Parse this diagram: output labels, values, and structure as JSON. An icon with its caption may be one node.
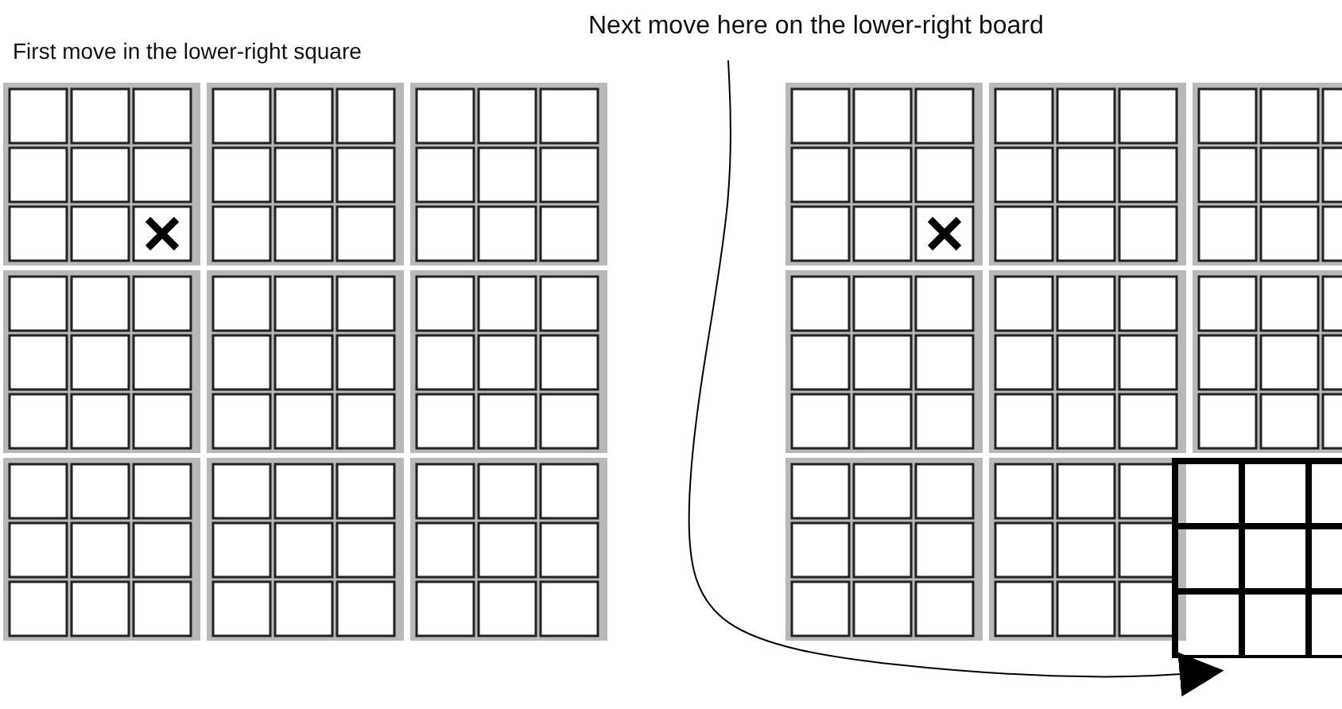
{
  "diagram": {
    "nodes": [
      {
        "text": [
          "Next move here on the lower-right board"
        ]
      },
      {
        "text": [],
        "shape": "box"
      }
    ],
    "edges": [
      {
        "from": 0,
        "to": 1,
        "arrow": "to"
      }
    ],
    "labels": [
      "First move in the lower-right square"
    ]
  }
}
